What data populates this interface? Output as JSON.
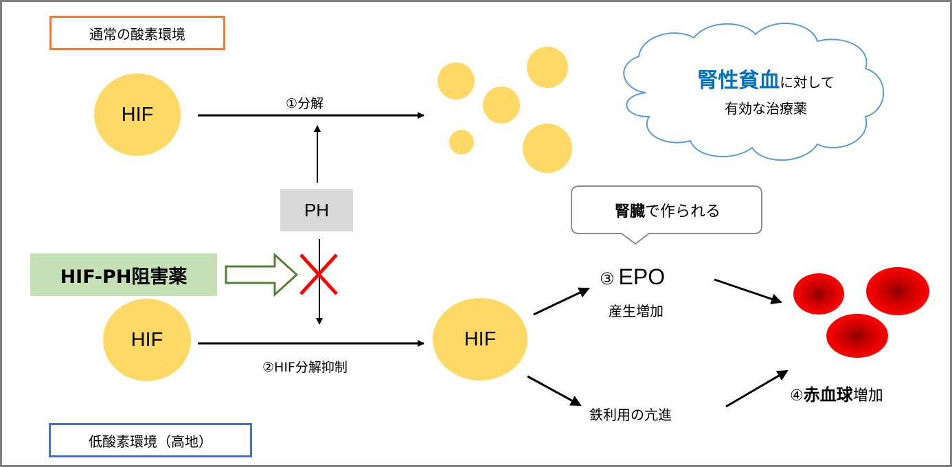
{
  "normal_env": {
    "label": "通常の酸素環境",
    "color": "#ed7d31"
  },
  "low_env": {
    "label": "低酸素環境（高地）",
    "color": "#4472c4"
  },
  "hif_label": "HIF",
  "step1": {
    "label": "①分解"
  },
  "step2": {
    "label": "②HIF分解抑制"
  },
  "ph": {
    "label": "PH"
  },
  "inhibitor": {
    "label": "HIF-PH阻害薬",
    "color": "#c5e0b4"
  },
  "cloud": {
    "highlight": "腎性貧血",
    "line1_rest": "に対して",
    "line2": "有効な治療薬",
    "highlight_color": "#0070c0"
  },
  "callout": {
    "bold": "腎臓",
    "rest": "で作られる"
  },
  "epo": {
    "number": "③",
    "name": "EPO",
    "sub": "産生増加"
  },
  "iron": {
    "label": "鉄利用の亢進"
  },
  "rbc": {
    "number": "④",
    "bold": "赤血球",
    "rest": "増加"
  },
  "colors": {
    "hif_fill": "#ffd966",
    "rbc": "#e00000",
    "block_x": "#ff0000",
    "arrow_green": "#548235"
  }
}
